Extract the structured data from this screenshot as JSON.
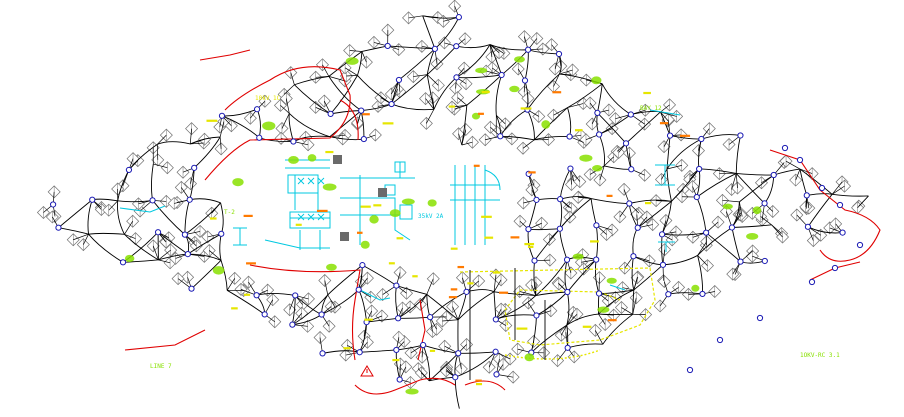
{
  "diagram": {
    "kind": "network-schematic",
    "colors": {
      "background": "#ffffff",
      "line_main": "#000000",
      "line_hot": "#e00000",
      "line_cyan": "#00c8e0",
      "node_ring": "#1a1ab4",
      "node_fill": "#ffffff",
      "tile_stroke": "#707070",
      "label_green": "#88e000",
      "label_yellow": "#e6e600",
      "label_orange": "#ff7a00",
      "block_gray": "#6a6a6a"
    },
    "icons": [
      "diamond-tile-icon",
      "junction-node-icon",
      "warning-triangle-icon",
      "equipment-block-icon"
    ],
    "annotations": [
      {
        "id": "sub-east",
        "text": "1OKV-RC 3.1"
      },
      {
        "id": "sub-bus",
        "text": "35kV 2A"
      },
      {
        "id": "sub-bay",
        "text": "BAY 12"
      },
      {
        "id": "sub-mid",
        "text": "10kV 1C"
      },
      {
        "id": "sub-line",
        "text": "LINE 7"
      },
      {
        "id": "sub-west",
        "text": "T-2"
      }
    ]
  }
}
